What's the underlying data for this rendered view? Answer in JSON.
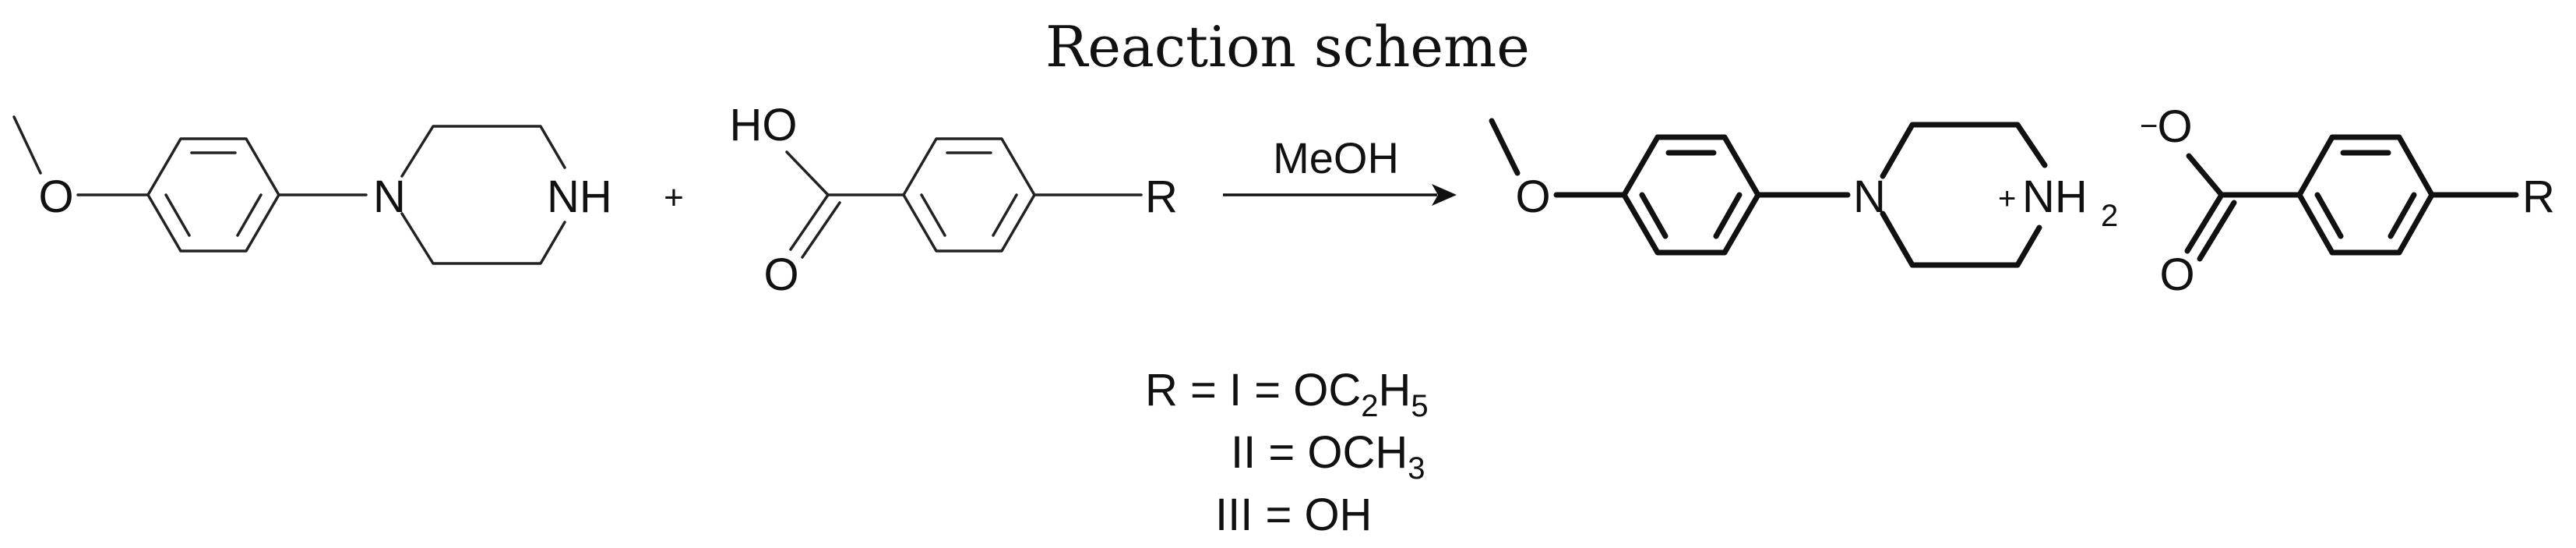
{
  "title": "Reaction scheme",
  "reactant1": {
    "methoxy_o": "O",
    "piperazine_n": "N",
    "piperazine_nh": "NH"
  },
  "plus_sign": "+",
  "reactant2": {
    "hydroxyl": "HO",
    "carbonyl_o": "O",
    "r_group": "R"
  },
  "arrow": {
    "reagent": "MeOH"
  },
  "product_cation": {
    "methoxy_o": "O",
    "piperazine_n": "N",
    "ammonium_charge": "+",
    "ammonium_nh": "NH",
    "ammonium_subscript": "2"
  },
  "product_anion": {
    "charge": "−",
    "oxide_o": "O",
    "carbonyl_o": "O",
    "r_group": "R"
  },
  "r_definitions": [
    {
      "left": "R = I = OC",
      "sub1": "2",
      "mid": "H",
      "sub2": "5",
      "end": ""
    },
    {
      "left": "II = OCH",
      "sub1": "3",
      "mid": "",
      "sub2": "",
      "end": ""
    },
    {
      "left": "III = OH",
      "sub1": "",
      "mid": "",
      "sub2": "",
      "end": ""
    }
  ]
}
